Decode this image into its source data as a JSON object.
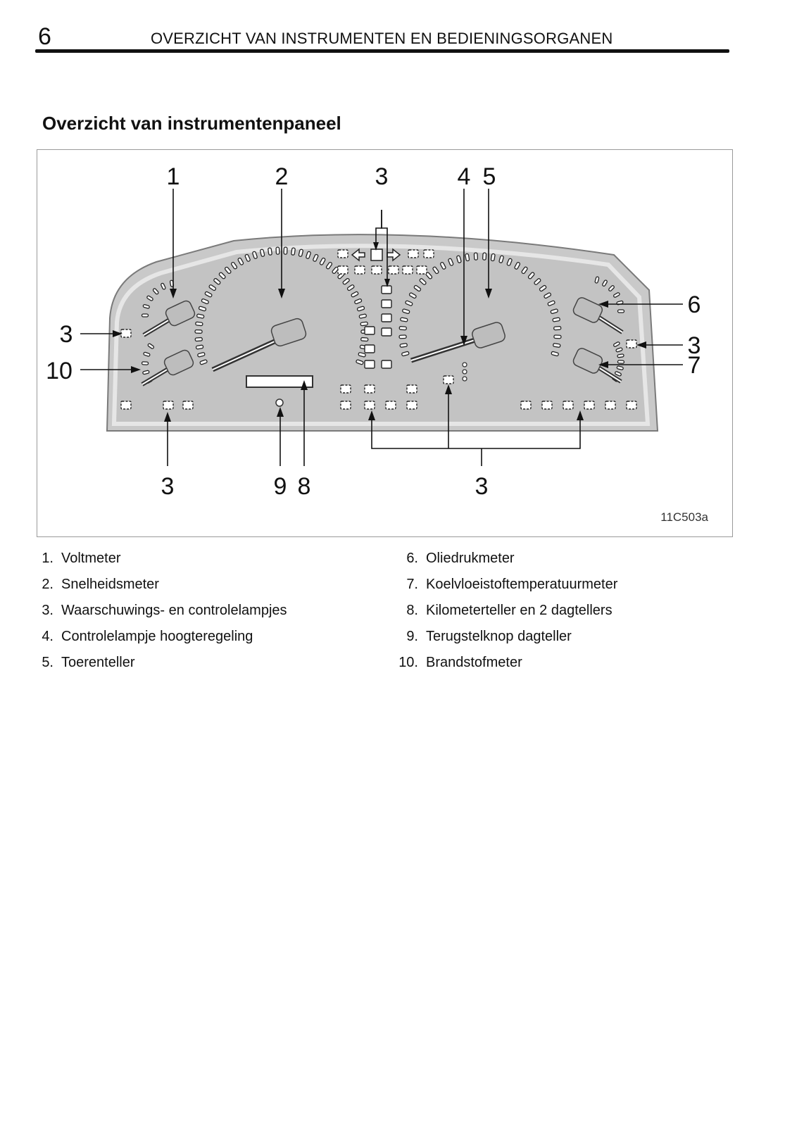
{
  "header": {
    "page_number": "6",
    "running_title": "OVERZICHT VAN INSTRUMENTEN EN BEDIENINGSORGANEN"
  },
  "section_title": "Overzicht van instrumentenpaneel",
  "figure": {
    "code": "11C503a",
    "callouts": {
      "voltmeter": "1",
      "speedometer": "2",
      "warning_top": "3",
      "headlight_level": "4",
      "tachometer": "5",
      "oil_pressure": "6",
      "warning_left": "3",
      "warning_right": "3",
      "coolant": "7",
      "fuel": "10",
      "warning_bottom_left": "3",
      "reset_knob": "9",
      "odometer": "8",
      "warning_bottom_right": "3"
    }
  },
  "legend": {
    "left": [
      {
        "num": "1.",
        "label": "Voltmeter"
      },
      {
        "num": "2.",
        "label": "Snelheidsmeter"
      },
      {
        "num": "3.",
        "label": "Waarschuwings- en controlelampjes"
      },
      {
        "num": "4.",
        "label": "Controlelampje hoogteregeling"
      },
      {
        "num": "5.",
        "label": "Toerenteller"
      }
    ],
    "right": [
      {
        "num": "6.",
        "label": "Oliedrukmeter"
      },
      {
        "num": "7.",
        "label": "Koelvloeistoftemperatuurmeter"
      },
      {
        "num": "8.",
        "label": "Kilometerteller en 2 dagtellers"
      },
      {
        "num": "9.",
        "label": "Terugstelknop dagteller"
      },
      {
        "num": "10.",
        "label": "Brandstofmeter"
      }
    ]
  }
}
